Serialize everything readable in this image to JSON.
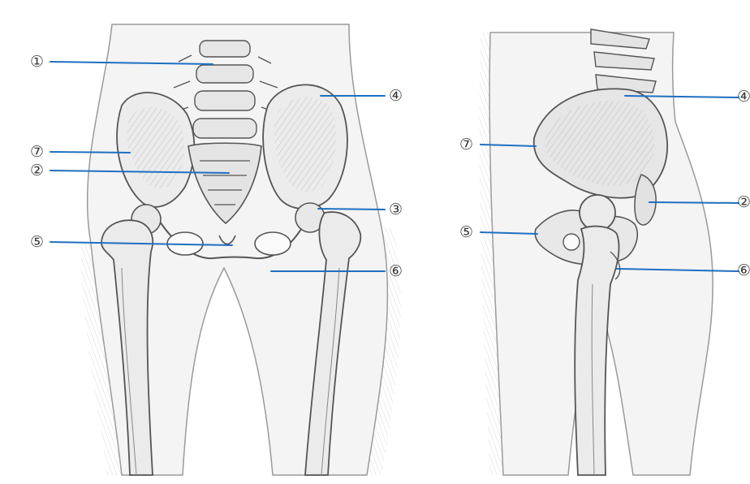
{
  "diagram": {
    "front_view": {
      "labels": [
        "①",
        "②",
        "③",
        "④",
        "⑤",
        "⑥",
        "⑦"
      ]
    },
    "side_view": {
      "labels": [
        "②",
        "④",
        "⑤",
        "⑥",
        "⑦"
      ]
    }
  },
  "colors": {
    "leader_line": "#1f6fc2",
    "label_text": "#3c3c3c",
    "sketch_stroke": "#555555",
    "bone_fill": "#ededed",
    "skin_fill": "#f4f4f4"
  }
}
